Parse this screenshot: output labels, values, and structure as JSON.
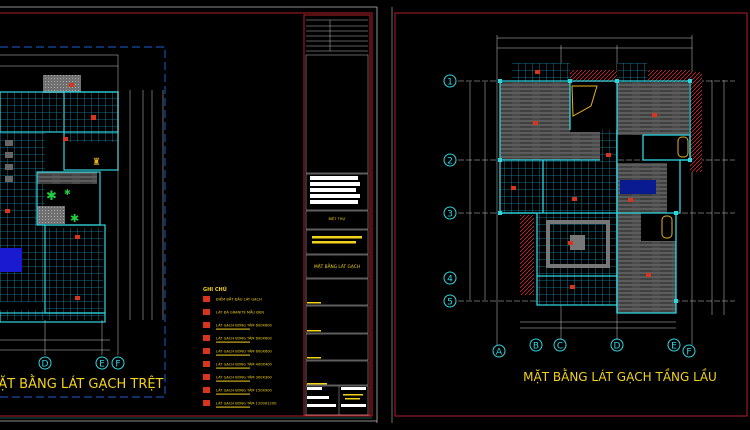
{
  "colors": {
    "background": "#000000",
    "frame": "#b0202a",
    "wall": "#2fd6e0",
    "text": "#f2d21a",
    "dimension": "#c8c8c8",
    "wood": "#5a5a5a",
    "marker": "#d8341e"
  },
  "left_sheet": {
    "title": "MẶT BẰNG LÁT GẠCH TRỆT",
    "grid_axes": [
      "D",
      "E",
      "F"
    ],
    "legend": {
      "heading": "GHI CHÚ",
      "items": [
        {
          "label": "ĐIỂM BẮT ĐẦU LÁT GẠCH"
        },
        {
          "label": "LÁT ĐÁ GRANITE MẪU ĐEN"
        },
        {
          "label": "LÁT GẠCH BÓNG TÂM 600X600"
        },
        {
          "label": "LÁT GẠCH BÓNG TÂM 600X600"
        },
        {
          "label": "LÁT GẠCH BÓNG TÂM 600X600"
        },
        {
          "label": "LÁT GẠCH BÓNG TÂM 400X400"
        },
        {
          "label": "LÁT GẠCH BÓNG TÂM 300X300"
        },
        {
          "label": "LÁT GẠCH BÓNG TÂM 150X900"
        },
        {
          "label": "LÁT GẠCH BÓNG TÂM 1200X1200"
        }
      ]
    }
  },
  "title_block": {
    "drawing_name": "MẶT BẰNG LÁT GẠCH",
    "project": "BIỆT THỰ"
  },
  "right_sheet": {
    "title": "MẶT BẰNG LÁT GẠCH TẦNG LẦU",
    "row_axes": [
      "1",
      "2",
      "3",
      "4",
      "5"
    ],
    "col_axes": [
      "A",
      "B",
      "C",
      "D",
      "E",
      "F"
    ]
  }
}
